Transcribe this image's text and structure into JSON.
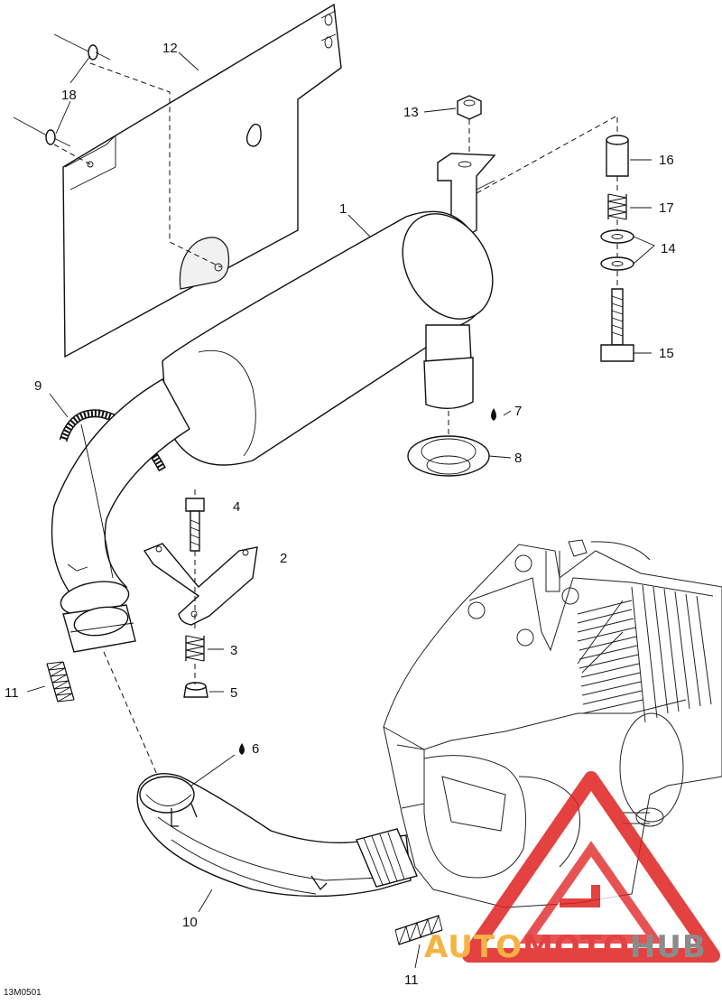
{
  "diagram": {
    "drawing_code": "13M0501",
    "callouts": [
      {
        "id": "c1",
        "label": "1"
      },
      {
        "id": "c2",
        "label": "2"
      },
      {
        "id": "c3",
        "label": "3"
      },
      {
        "id": "c4",
        "label": "4"
      },
      {
        "id": "c5",
        "label": "5"
      },
      {
        "id": "c6",
        "label": "6"
      },
      {
        "id": "c7",
        "label": "7"
      },
      {
        "id": "c8",
        "label": "8"
      },
      {
        "id": "c9",
        "label": "9"
      },
      {
        "id": "c10",
        "label": "10"
      },
      {
        "id": "c11a",
        "label": "11"
      },
      {
        "id": "c11b",
        "label": "11"
      },
      {
        "id": "c12",
        "label": "12"
      },
      {
        "id": "c13",
        "label": "13"
      },
      {
        "id": "c14",
        "label": "14"
      },
      {
        "id": "c15",
        "label": "15"
      },
      {
        "id": "c16",
        "label": "16"
      },
      {
        "id": "c17",
        "label": "17"
      },
      {
        "id": "c18",
        "label": "18"
      }
    ]
  },
  "watermark": {
    "text_auto": "AUTO",
    "text_moto": "MOTO",
    "text_hub": "HUB",
    "color_orange": "#f5a623",
    "color_red": "#e02020",
    "color_gray": "#777777"
  }
}
